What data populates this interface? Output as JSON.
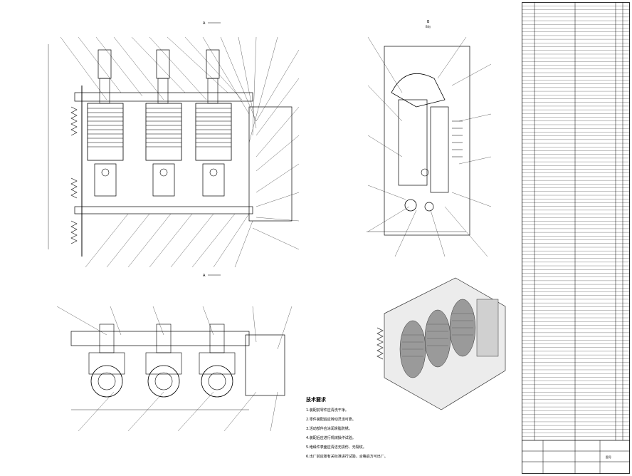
{
  "drawing": {
    "front_view_label": "A",
    "side_view_label": "B",
    "side_view_sublabel": "B向",
    "plan_view_label": "A",
    "notes_title": "技术要求",
    "notes": [
      "1.装配前零件应清洗干净。",
      "2.零件装配后应转动灵活可靠。",
      "3.活动部件应涂润滑脂防锈。",
      "4.装配后应进行机械操作试验。",
      "5.绝缘件表面应清洁无损伤、无裂纹。",
      "6.出厂前应按有关标准进行试验，合格后方可出厂。"
    ]
  },
  "bom": {
    "row_count": 118,
    "footer_label": "图号"
  }
}
